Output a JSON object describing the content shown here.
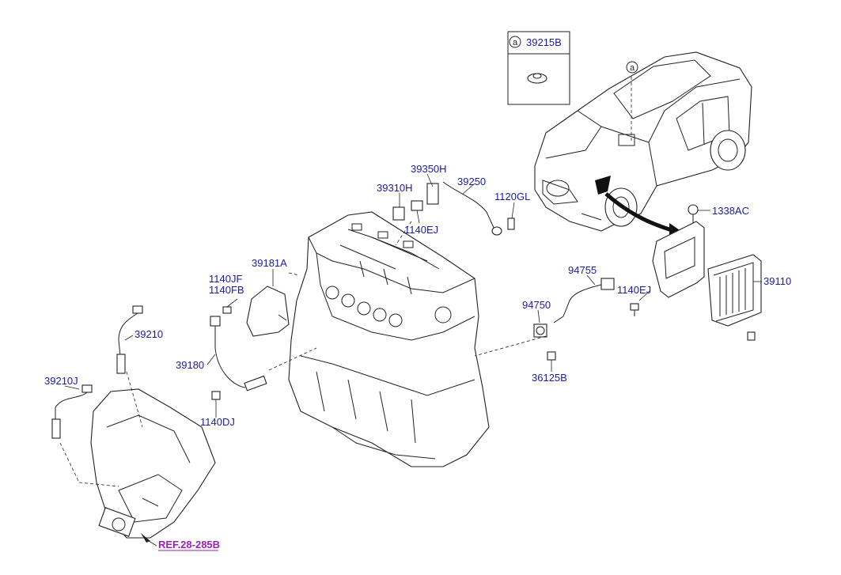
{
  "callout": {
    "letter": "a",
    "part": "39215B"
  },
  "car_marker": "a",
  "labels": {
    "l39350H": "39350H",
    "l39250": "39250",
    "l39310H": "39310H",
    "l1120GL": "1120GL",
    "l1140EJ_top": "1140EJ",
    "l1338AC": "1338AC",
    "l39181A": "39181A",
    "l1140JF": "1140JF",
    "l1140FB": "1140FB",
    "l94755": "94755",
    "l1140EJ_right": "1140EJ",
    "l39110": "39110",
    "l39210": "39210",
    "l94750": "94750",
    "l39180": "39180",
    "l36125B": "36125B",
    "l39210J": "39210J",
    "l1140DJ": "1140DJ"
  },
  "reference": "REF.28-285B",
  "colors": {
    "label": "#1a1aa6",
    "reference": "#9b1fb5",
    "line": "#222222"
  }
}
